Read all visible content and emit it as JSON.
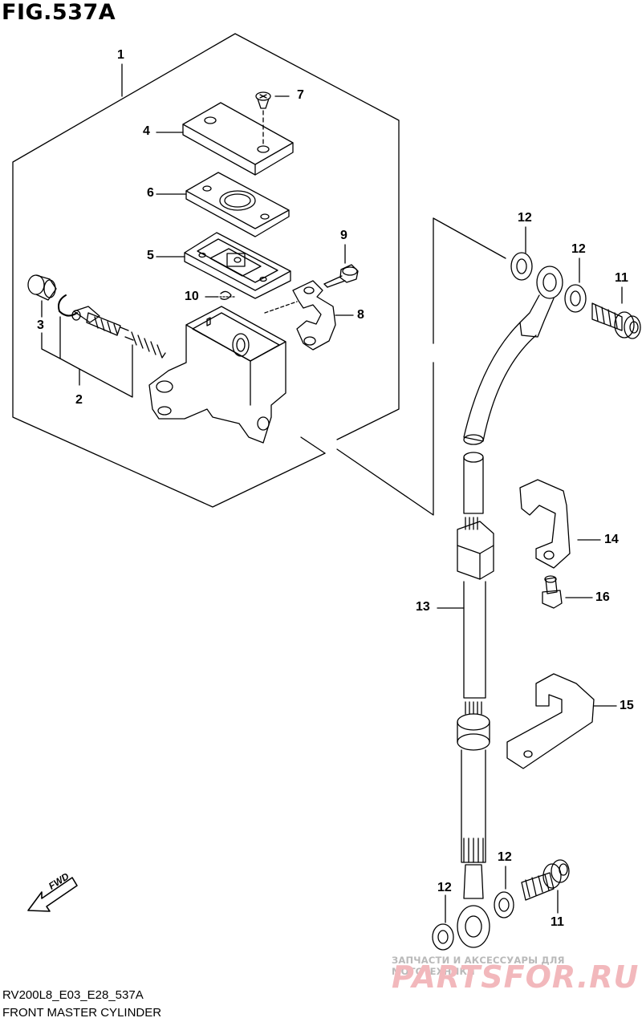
{
  "figure": {
    "title": "FIG.537A",
    "code": "RV200L8_E03_E28_537A",
    "name": "FRONT MASTER CYLINDER"
  },
  "callouts": [
    "1",
    "2",
    "3",
    "4",
    "5",
    "6",
    "7",
    "8",
    "9",
    "10",
    "11",
    "11",
    "12",
    "12",
    "12",
    "12",
    "13",
    "14",
    "15",
    "16"
  ],
  "fwd_label": "FWD",
  "watermark": {
    "tagline": "ЗАПЧАСТИ И АКСЕССУАРЫ ДЛЯ МОТОТЕХНИКИ",
    "brand": "PARTSFOR.RU"
  },
  "colors": {
    "line": "#000000",
    "background": "#ffffff",
    "watermark": "#f2b8bc"
  }
}
